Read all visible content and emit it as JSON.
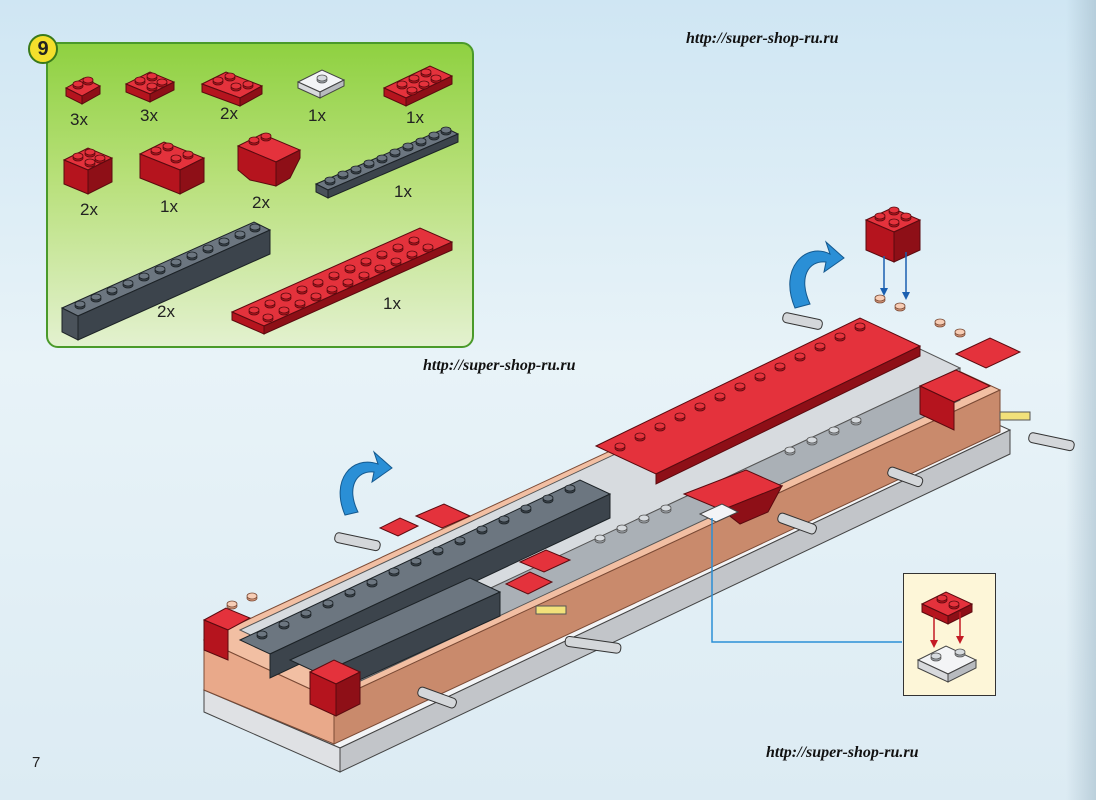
{
  "urls": {
    "top": "http://super-shop-ru.ru",
    "middle": "http://super-shop-ru.ru",
    "bottom": "http://super-shop-ru.ru"
  },
  "step": {
    "number": "9"
  },
  "parts": [
    {
      "name": "red-plate-2x2",
      "qty": "3x"
    },
    {
      "name": "red-plate-2x2",
      "qty": "3x"
    },
    {
      "name": "red-plate-corner",
      "qty": "2x"
    },
    {
      "name": "white-tile-jumper",
      "qty": "1x"
    },
    {
      "name": "red-plate-2x4",
      "qty": "1x"
    },
    {
      "name": "red-brick-2x2",
      "qty": "2x"
    },
    {
      "name": "red-brick-corner",
      "qty": "1x"
    },
    {
      "name": "red-slope-brick",
      "qty": "2x"
    },
    {
      "name": "dark-gray-plate-1x10",
      "qty": "1x"
    },
    {
      "name": "dark-gray-brick-1x12",
      "qty": "2x"
    },
    {
      "name": "red-plate-2x12",
      "qty": "1x"
    }
  ],
  "page": {
    "number": "7"
  },
  "colors": {
    "red": "#d9202b",
    "dark_gray": "#5b6570",
    "light_gray": "#c9cdd2",
    "tan": "#f2bfa3",
    "arrow_blue": "#2a8fd6",
    "panel_green": "#8fd141"
  }
}
